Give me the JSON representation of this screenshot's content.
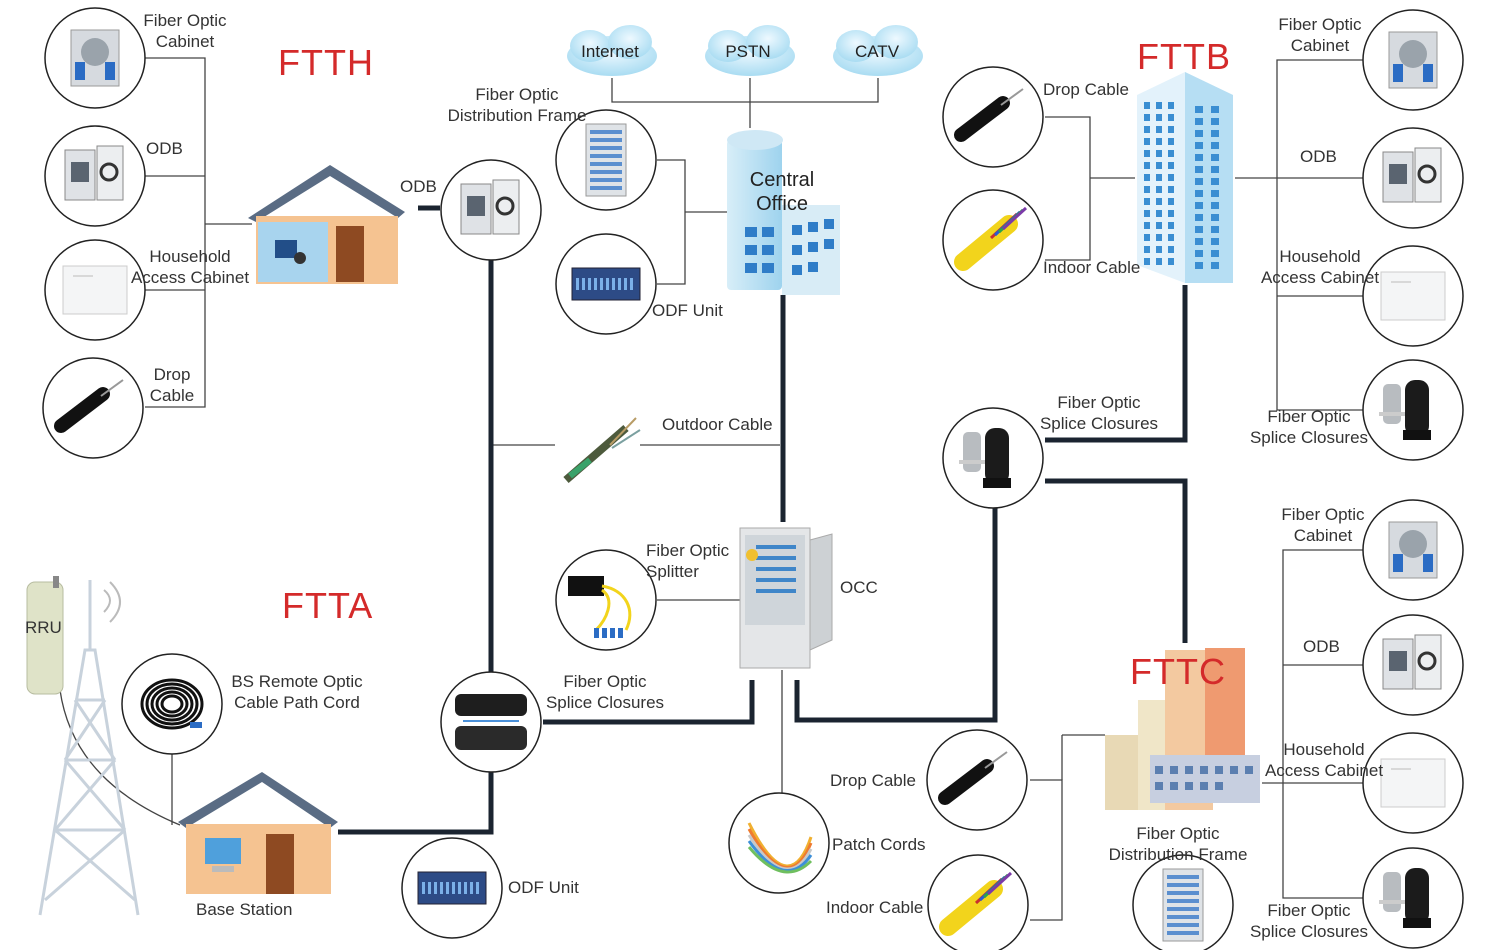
{
  "sections": {
    "ftth": "FTTH",
    "ftta": "FTTA",
    "fttb": "FTTB",
    "fttc": "FTTC"
  },
  "clouds": {
    "internet": "Internet",
    "pstn": "PSTN",
    "catv": "CATV"
  },
  "central_office": {
    "line1": "Central",
    "line2": "Office"
  },
  "ftth": {
    "cabinet": [
      "Fiber Optic",
      "Cabinet"
    ],
    "odb": "ODB",
    "household": [
      "Household",
      "Access Cabinet"
    ],
    "drop": [
      "Drop",
      "Cable"
    ],
    "house_odb": "ODB"
  },
  "center": {
    "odf_frame": [
      "Fiber Optic",
      "Distribution Frame"
    ],
    "odf_unit": "ODF Unit",
    "outdoor_cable": "Outdoor Cable",
    "splitter": [
      "Fiber Optic",
      "Splitter"
    ],
    "occ": "OCC",
    "splice": [
      "Fiber Optic",
      "Splice Closures"
    ],
    "drop": "Drop Cable",
    "patch": "Patch Cords",
    "indoor": "Indoor Cable"
  },
  "ftta": {
    "rru": "RRU",
    "bs_cord": [
      "BS Remote Optic",
      "Cable Path Cord"
    ],
    "base_station": "Base Station",
    "odf_unit": "ODF Unit"
  },
  "fttb": {
    "drop": "Drop Cable",
    "indoor": "Indoor Cable",
    "cabinet": [
      "Fiber Optic",
      "Cabinet"
    ],
    "odb": "ODB",
    "household": [
      "Household",
      "Access Cabinet"
    ],
    "splice": [
      "Fiber Optic",
      "Splice Closures"
    ],
    "splice_mid": [
      "Fiber Optic",
      "Splice Closures"
    ]
  },
  "fttc": {
    "cabinet": [
      "Fiber Optic",
      "Cabinet"
    ],
    "odb": "ODB",
    "household": [
      "Household",
      "Access Cabinet"
    ],
    "splice": [
      "Fiber Optic",
      "Splice Closures"
    ],
    "odf": [
      "Fiber Optic",
      "Distribution Frame"
    ]
  },
  "colors": {
    "section_title": "#d42a2a",
    "thick_line": "#1b2430",
    "thin_line": "#333333",
    "cloud": "#bfe4f4",
    "building": "#8fd0ee"
  }
}
